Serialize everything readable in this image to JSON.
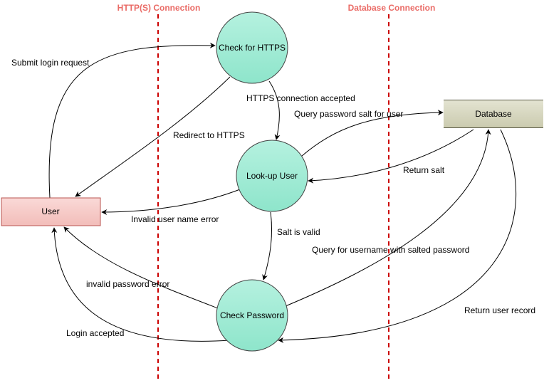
{
  "boundaries": {
    "https": "HTTP(S) Connection",
    "database": "Database Connection"
  },
  "nodes": {
    "user": "User",
    "check_https": "Check for HTTPS",
    "lookup_user": "Look-up User",
    "check_password": "Check Password",
    "database": "Database"
  },
  "edges": {
    "submit_login": "Submit login request",
    "https_accepted": "HTTPS connection accepted",
    "redirect_https": "Redirect to HTTPS",
    "query_salt": "Query password salt for user",
    "return_salt": "Return salt",
    "invalid_username": "Invalid user name error",
    "salt_valid": "Salt is valid",
    "query_username": "Query for username with salted password",
    "invalid_password": "invalid password error",
    "return_record": "Return user record",
    "login_accepted": "Login accepted"
  },
  "colors": {
    "boundary": "#cc0000",
    "boundary_title": "#ea6b66",
    "process_fill": "#a3ecd6",
    "user_fill": "#f8cecc",
    "user_stroke": "#b85450",
    "database_fill": "#d6d6be"
  }
}
